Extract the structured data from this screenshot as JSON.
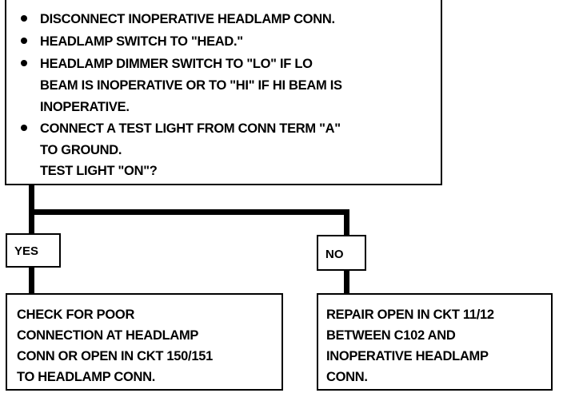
{
  "question_box": {
    "steps": [
      {
        "lines": [
          "DISCONNECT INOPERATIVE HEADLAMP CONN."
        ]
      },
      {
        "lines": [
          "HEADLAMP SWITCH TO \"HEAD.\""
        ]
      },
      {
        "lines": [
          "HEADLAMP DIMMER SWITCH TO \"LO\" IF LO",
          "BEAM IS INOPERATIVE OR TO \"HI\" IF HI BEAM IS",
          "INOPERATIVE."
        ]
      },
      {
        "lines": [
          "CONNECT A TEST LIGHT FROM CONN TERM \"A\"",
          "TO GROUND.",
          "TEST LIGHT \"ON\"?"
        ]
      }
    ]
  },
  "yes_label": "YES",
  "no_label": "NO",
  "yes_result": [
    "CHECK FOR POOR",
    "CONNECTION AT HEADLAMP",
    "CONN OR OPEN IN CKT 150/151",
    "TO HEADLAMP CONN."
  ],
  "no_result": [
    "REPAIR OPEN IN CKT 11/12",
    "BETWEEN C102 AND",
    "INOPERATIVE HEADLAMP",
    "CONN."
  ]
}
